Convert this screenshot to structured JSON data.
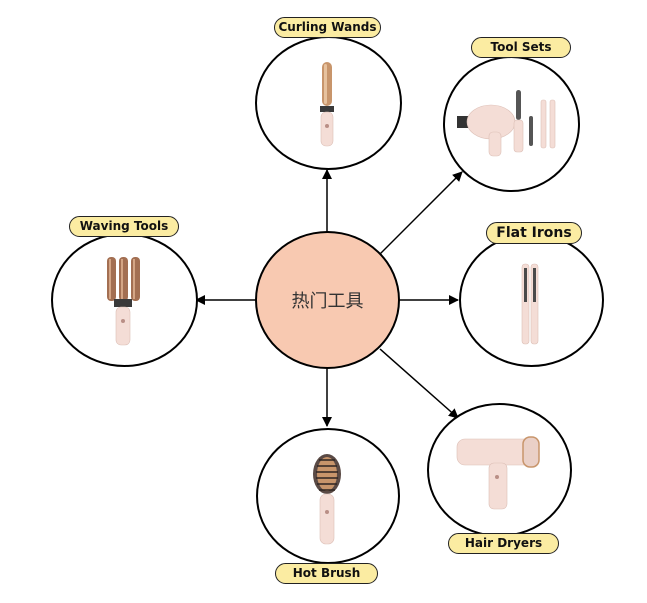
{
  "center": {
    "label": "热门工具"
  },
  "nodes": {
    "curling_wands": "Curling Wands",
    "tool_sets": "Tool Sets",
    "flat_irons": "Flat Irons",
    "hair_dryers": "Hair Dryers",
    "hot_brush": "Hot Brush",
    "waving_tools": "Waving Tools"
  },
  "colors": {
    "center_fill": "#f8c9b1",
    "tag_fill": "#fbeca2",
    "product_pink": "#f4ddd6",
    "accent_copper": "#c8956b"
  }
}
